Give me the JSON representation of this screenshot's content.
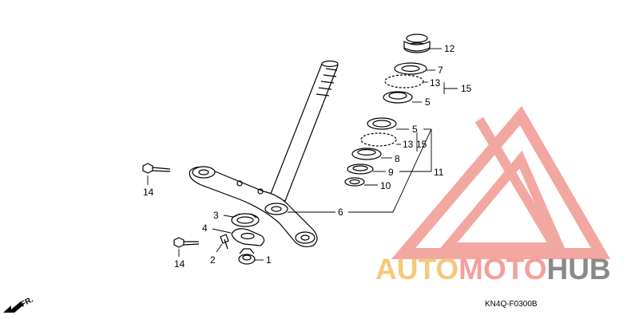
{
  "callouts": {
    "p1": "1",
    "p2": "2",
    "p3": "3",
    "p4": "4",
    "p5a": "5",
    "p5b": "5",
    "p6": "6",
    "p7": "7",
    "p8": "8",
    "p9": "9",
    "p10": "10",
    "p11": "11",
    "p12": "12",
    "p13a": "13",
    "p13b": "13",
    "p14a": "14",
    "p14b": "14",
    "p15a": "15",
    "p15b": "15"
  },
  "front_marker": "FR.",
  "diagram_code": "KN4Q-F0300B",
  "watermark": {
    "part1": "AUTO",
    "part2": "MOTO",
    "part3": "HUB",
    "colors": {
      "auto": "#f5c97a",
      "moto": "#f4a09a",
      "hub": "#8a8a8a",
      "logo": "#f08a82"
    }
  }
}
